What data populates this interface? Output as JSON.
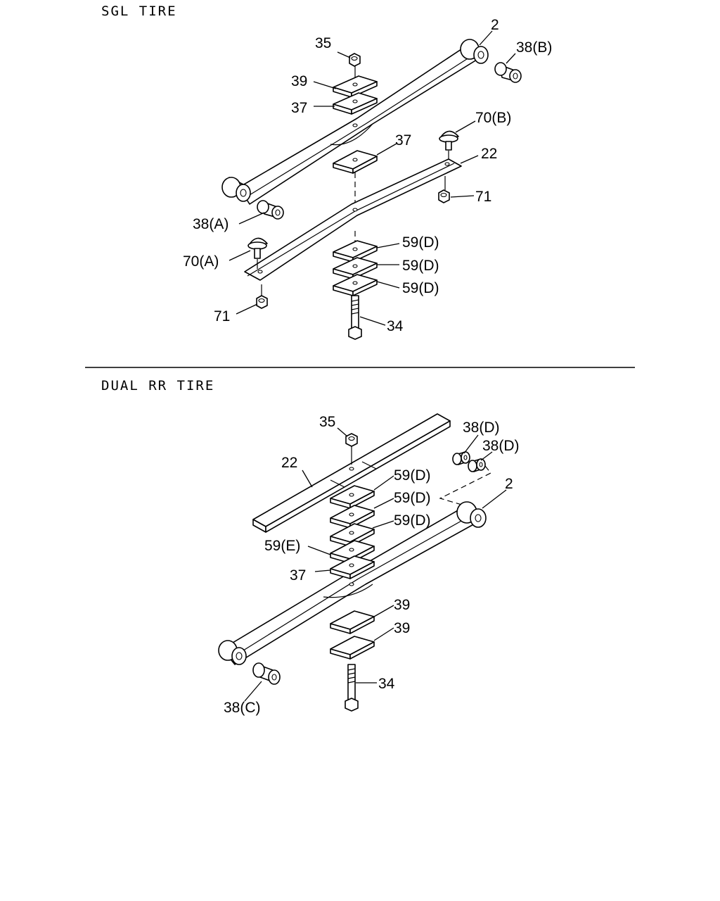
{
  "sections": [
    {
      "title": "SGL TIRE",
      "callouts": [
        "2",
        "35",
        "38(B)",
        "39",
        "37",
        "70(B)",
        "37",
        "22",
        "71",
        "38(A)",
        "70(A)",
        "59(D)",
        "59(D)",
        "59(D)",
        "71",
        "34"
      ]
    },
    {
      "title": "DUAL RR TIRE",
      "callouts": [
        "35",
        "38(D)",
        "38(D)",
        "22",
        "2",
        "59(D)",
        "59(D)",
        "59(D)",
        "59(E)",
        "37",
        "39",
        "39",
        "34",
        "38(C)"
      ]
    }
  ]
}
